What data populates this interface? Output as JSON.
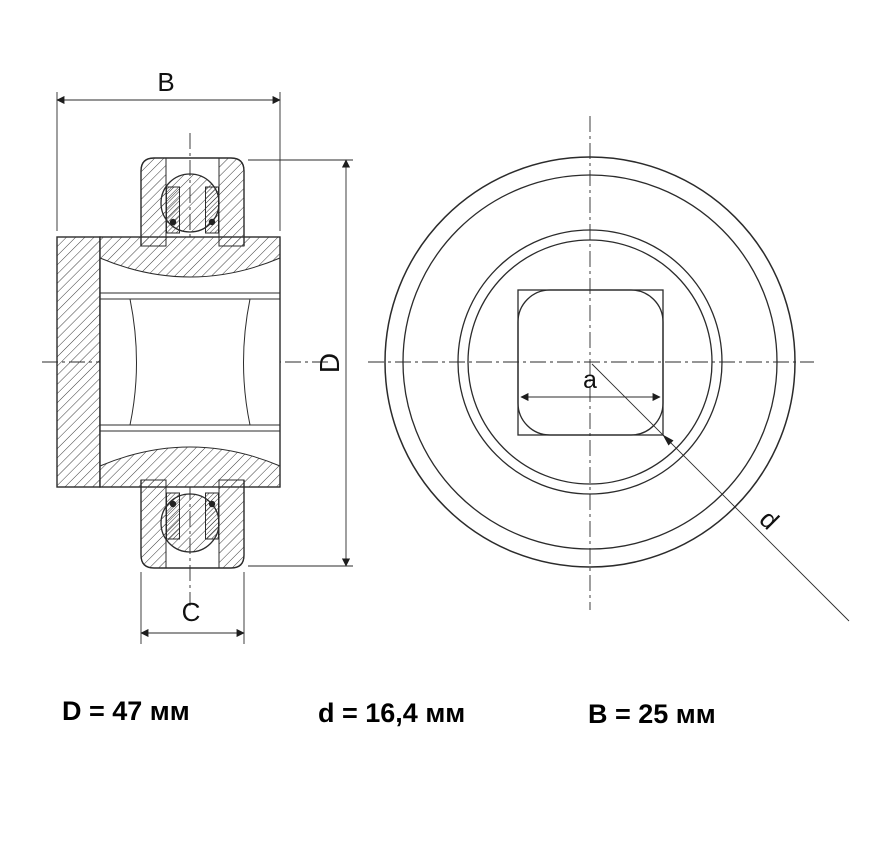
{
  "drawing": {
    "title": "bearing-technical-drawing",
    "dimensions": {
      "B": "B",
      "D": "D",
      "C": "C",
      "a": "a",
      "d": "d"
    },
    "specs": {
      "outer_diameter": "D = 47 мм",
      "bore_diameter": "d = 16,4 мм",
      "width": "B = 25 мм"
    }
  }
}
